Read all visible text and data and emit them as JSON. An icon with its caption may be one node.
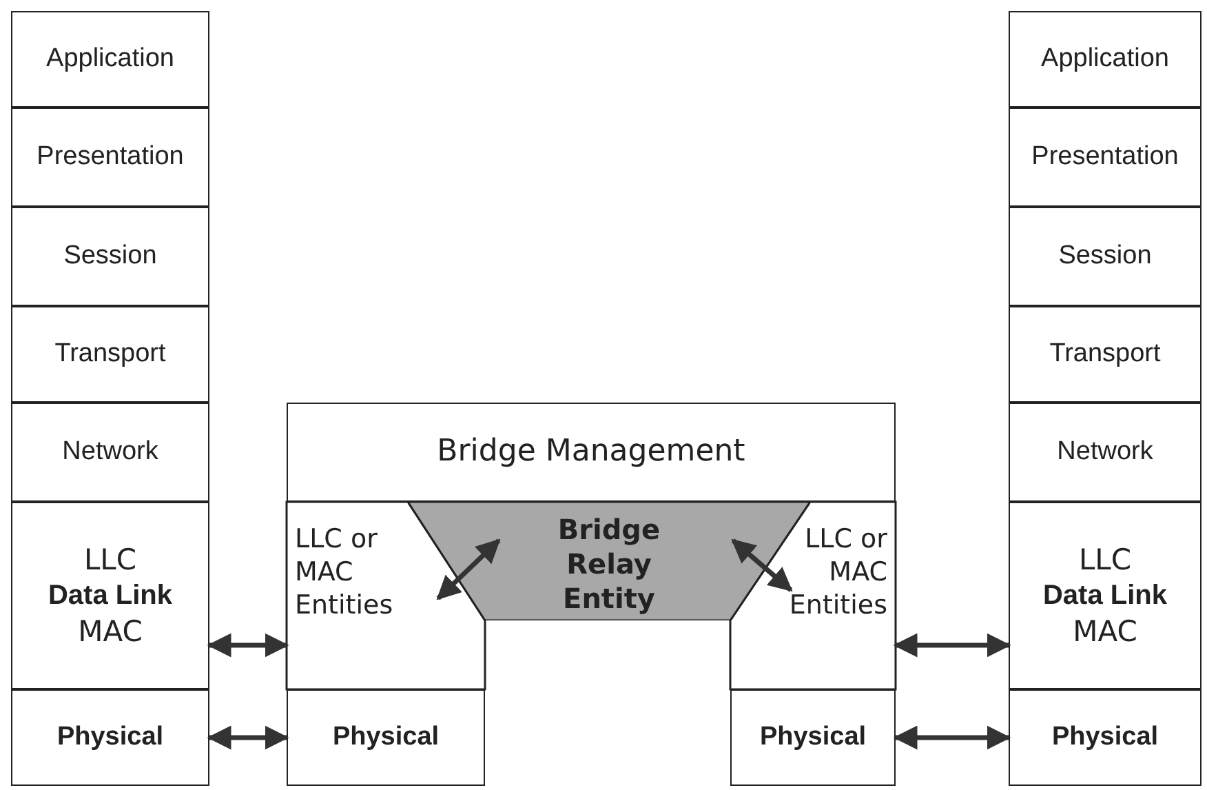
{
  "diagram": {
    "nodes": [
      {
        "text": [
          "Application"
        ]
      },
      {
        "text": [
          "Presentation"
        ]
      },
      {
        "text": [
          "Session"
        ]
      },
      {
        "text": [
          "Transport"
        ]
      },
      {
        "text": [
          "Network"
        ]
      },
      {
        "text": [
          "LLC",
          "Data Link",
          "MAC"
        ]
      },
      {
        "text": [
          "Physical"
        ]
      },
      {
        "text": [
          "Bridge Management"
        ]
      },
      {
        "text": [
          "Bridge Relay Entity"
        ]
      },
      {
        "text": [
          "LLC or MAC Entities"
        ]
      },
      {
        "text": [
          "Physical"
        ]
      },
      {
        "text": [
          "LLC or MAC Entities"
        ]
      },
      {
        "text": [
          "Physical"
        ]
      },
      {
        "text": [
          "Application"
        ]
      },
      {
        "text": [
          "Presentation"
        ]
      },
      {
        "text": [
          "Session"
        ]
      },
      {
        "text": [
          "Transport"
        ]
      },
      {
        "text": [
          "Network"
        ]
      },
      {
        "text": [
          "LLC",
          "Data Link",
          "MAC"
        ]
      },
      {
        "text": [
          "Physical"
        ]
      }
    ],
    "edges": [
      {
        "from": 5,
        "to": 9,
        "arrow": "both"
      },
      {
        "from": 6,
        "to": 10,
        "arrow": "both"
      },
      {
        "from": 9,
        "to": 8,
        "arrow": "both"
      },
      {
        "from": 8,
        "to": 11,
        "arrow": "both"
      },
      {
        "from": 11,
        "to": 18,
        "arrow": "both"
      },
      {
        "from": 12,
        "to": 19,
        "arrow": "both"
      }
    ]
  }
}
